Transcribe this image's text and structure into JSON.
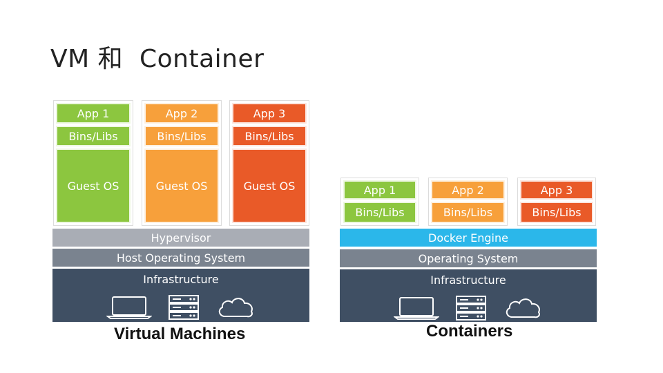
{
  "slide": {
    "title": "VM 和  Container"
  },
  "vm": {
    "columns": [
      {
        "app": "App 1",
        "libs": "Bins/Libs",
        "os": "Guest OS"
      },
      {
        "app": "App 2",
        "libs": "Bins/Libs",
        "os": "Guest OS"
      },
      {
        "app": "App 3",
        "libs": "Bins/Libs",
        "os": "Guest OS"
      }
    ],
    "hypervisor": "Hypervisor",
    "host_os": "Host Operating System",
    "infrastructure": "Infrastructure",
    "caption": "Virtual Machines",
    "icons": [
      "laptop-icon",
      "server-icon",
      "cloud-icon"
    ]
  },
  "containers": {
    "columns": [
      {
        "app": "App 1",
        "libs": "Bins/Libs"
      },
      {
        "app": "App 2",
        "libs": "Bins/Libs"
      },
      {
        "app": "App 3",
        "libs": "Bins/Libs"
      }
    ],
    "engine": "Docker Engine",
    "os": "Operating System",
    "infrastructure": "Infrastructure",
    "caption": "Containers",
    "icons": [
      "laptop-icon",
      "server-icon",
      "cloud-icon"
    ]
  },
  "colors": {
    "app1": "#8cc63f",
    "app2": "#f7a03b",
    "app3": "#e95a28",
    "hypervisor": "#a9adb5",
    "docker_engine": "#2bb7ea",
    "os_layer": "#7a838f",
    "infrastructure": "#3f4f63"
  }
}
